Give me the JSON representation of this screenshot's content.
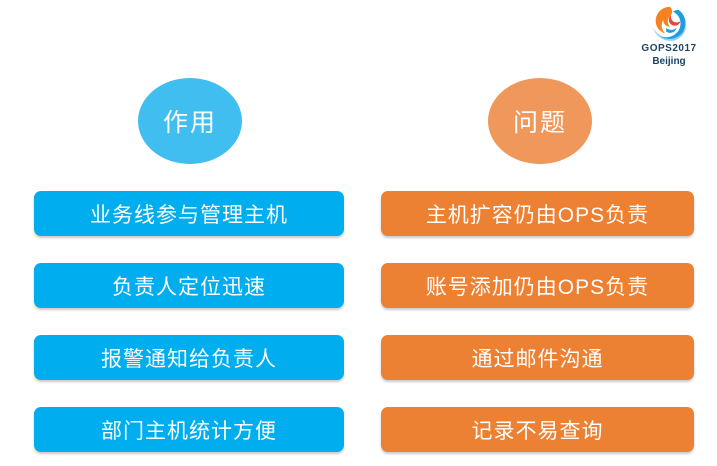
{
  "logo": {
    "line1": "GOPS2017",
    "line2": "Beijing",
    "text_color": "#1d4466",
    "swirl_colors": {
      "orange": "#f58220",
      "red": "#e8443a",
      "blue": "#1e9de3",
      "light_blue": "#8fd2f2"
    }
  },
  "columns": {
    "left": {
      "header": "作用",
      "header_color": "#41bef0",
      "bar_color": "#00aeef",
      "text_color": "#ffffff",
      "items": [
        "业务线参与管理主机",
        "负责人定位迅速",
        "报警通知给负责人",
        "部门主机统计方便"
      ]
    },
    "right": {
      "header": "问题",
      "header_color": "#f0975b",
      "bar_color": "#ec8033",
      "text_color": "#ffffff",
      "items": [
        "主机扩容仍由OPS负责",
        "账号添加仍由OPS负责",
        "通过邮件沟通",
        "记录不易查询"
      ]
    }
  }
}
